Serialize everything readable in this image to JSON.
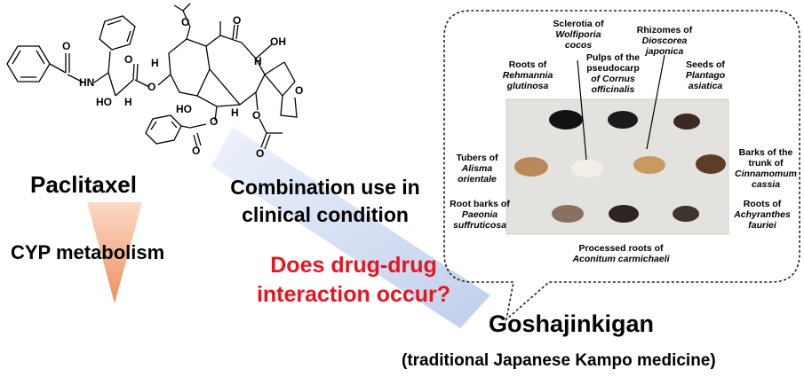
{
  "paclitaxel": {
    "title": "Paclitaxel",
    "metabolism": "CYP metabolism"
  },
  "middle": {
    "combination": [
      "Combination use in",
      "clinical condition"
    ],
    "question": [
      "Does drug-drug",
      "interaction occur?"
    ]
  },
  "goshajinkigan": {
    "title": "Goshajinkigan",
    "subtitle": "(traditional Japanese Kampo medicine)"
  },
  "herbs": {
    "wolfiporia": [
      "Sclerotia of",
      "Wolfiporia",
      "cocos"
    ],
    "dioscorea": [
      "Rhizomes of",
      "Dioscorea",
      "japonica"
    ],
    "rehmannia": [
      "Roots of",
      "Rehmannia",
      "glutinosa"
    ],
    "cornus": [
      "Pulps of the",
      "pseudocarp",
      "of Cornus",
      "officinalis"
    ],
    "plantago": [
      "Seeds of",
      "Plantago",
      "asiatica"
    ],
    "alisma": [
      "Tubers of",
      "Alisma",
      "orientale"
    ],
    "cinnamomum": [
      "Barks of the",
      "trunk of",
      "Cinnamomum",
      "cassia"
    ],
    "paeonia": [
      "Root barks of",
      "Paeonia",
      "suffruticosa"
    ],
    "achyranthes": [
      "Roots of",
      "Achyranthes",
      "fauriei"
    ],
    "aconitum": [
      "Processed roots of",
      "Aconitum carmichaeli"
    ]
  },
  "molecule": {
    "atoms": {
      "h": "H",
      "n": "N",
      "o": "O",
      "ho": "HO",
      "oh": "OH"
    }
  },
  "colors": {
    "accent_red": "#e8141e",
    "triangle": "#f0a07a",
    "arrow": "#c9d6ee"
  }
}
